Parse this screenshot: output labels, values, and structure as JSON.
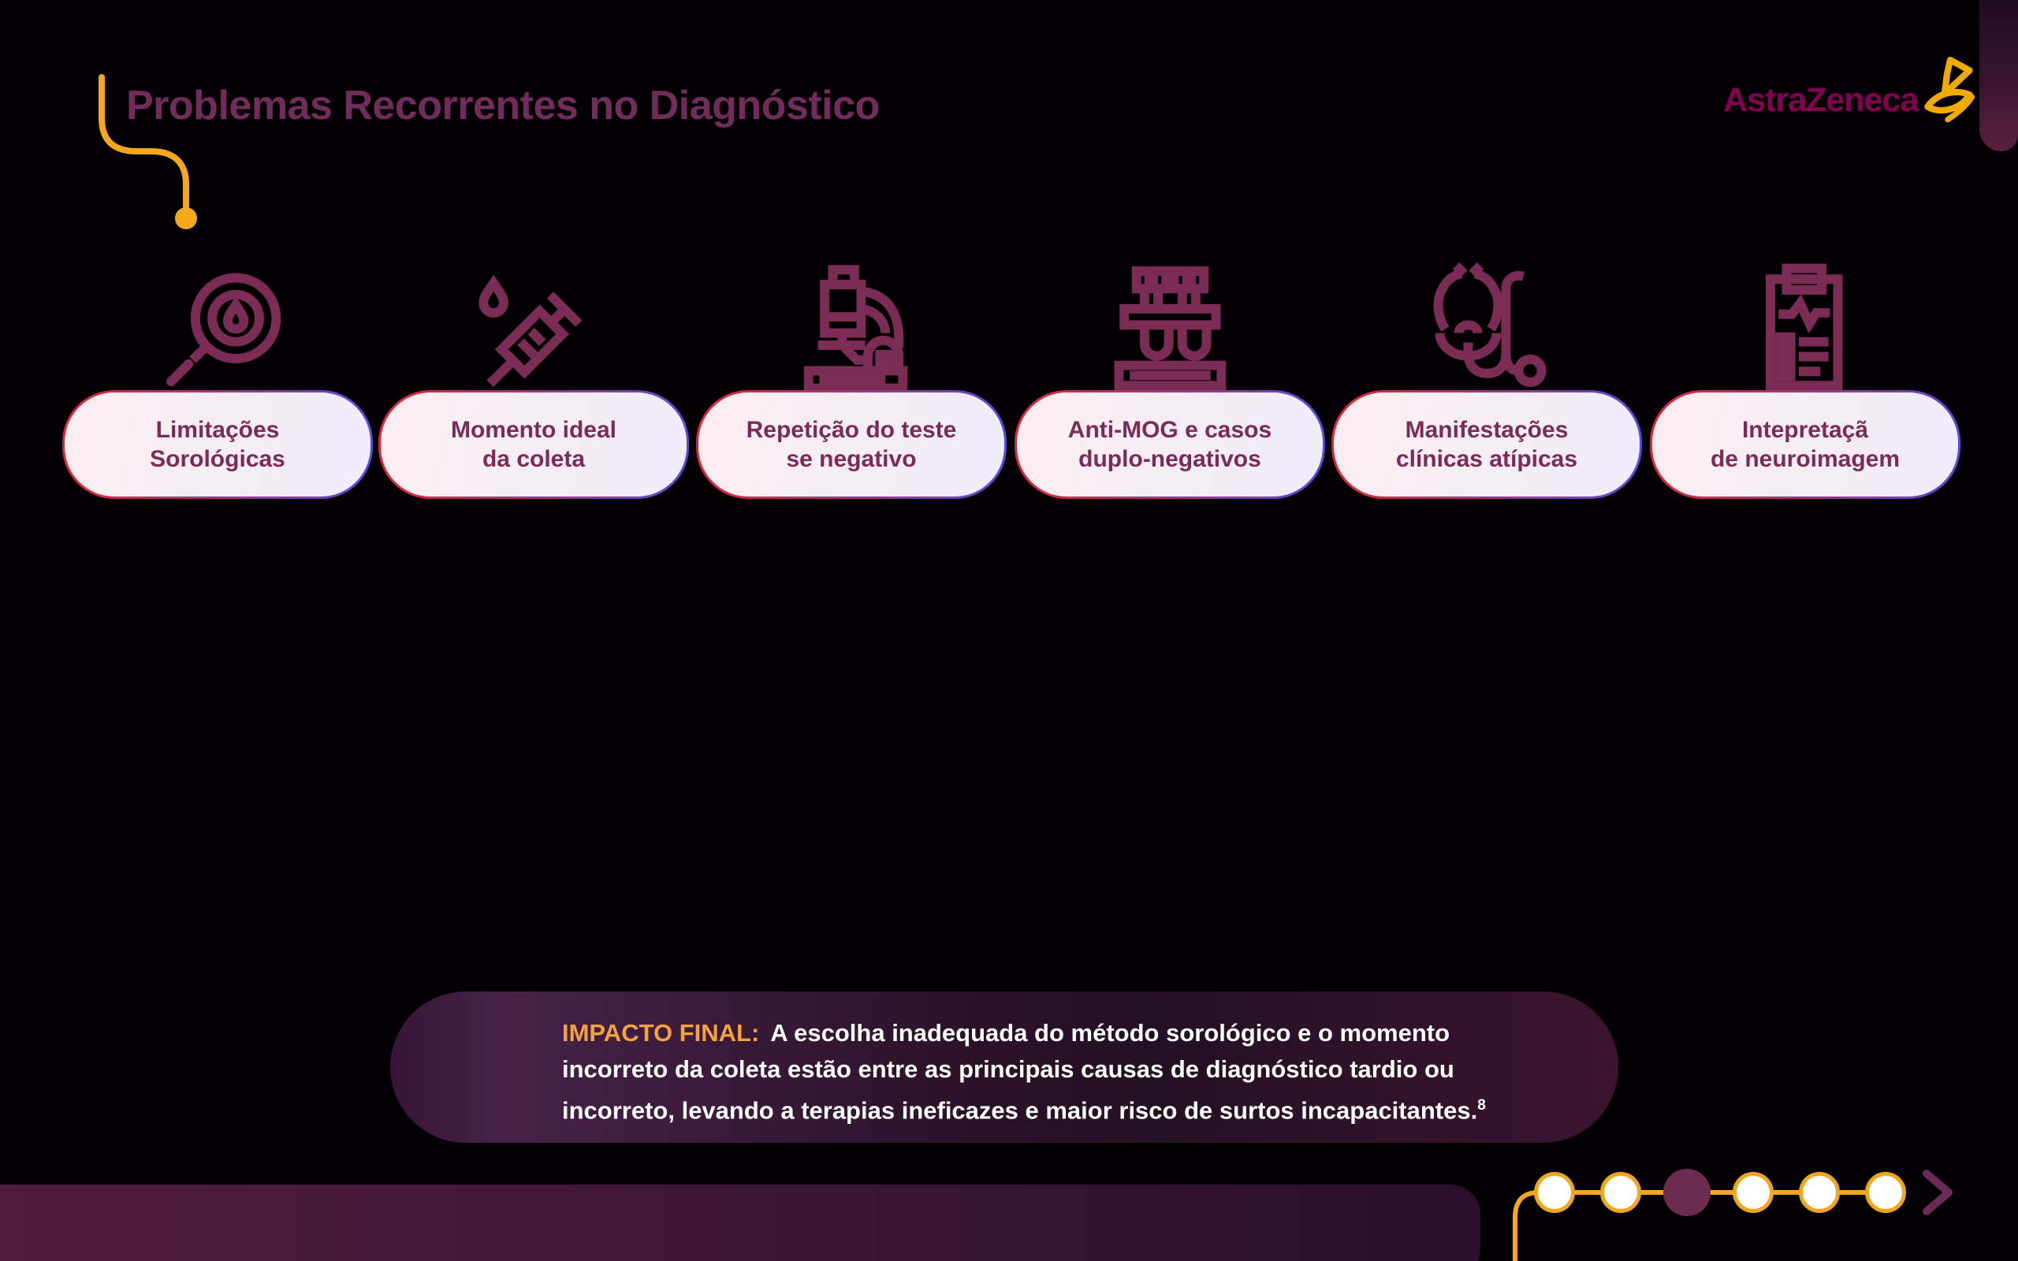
{
  "header": {
    "title": "Problemas Recorrentes no Diagnóstico",
    "brand": "AstraZeneca"
  },
  "pills": [
    {
      "icon": "magnifier-droplet-icon",
      "lines": [
        "Limitações",
        "Sorológicas"
      ]
    },
    {
      "icon": "syringe-droplet-icon",
      "lines": [
        "Momento ideal",
        "da coleta"
      ]
    },
    {
      "icon": "microscope-icon",
      "lines": [
        "Repetição do teste",
        "se negativo"
      ]
    },
    {
      "icon": "test-tubes-icon",
      "lines": [
        "Anti-MOG e casos",
        "duplo-negativos"
      ]
    },
    {
      "icon": "stethoscope-icon",
      "lines": [
        "Manifestações",
        "clínicas atípicas"
      ]
    },
    {
      "icon": "clipboard-pulse-icon",
      "lines": [
        "Intepretaçã",
        "de neuroimagem"
      ]
    }
  ],
  "impact": {
    "label": "IMPACTO FINAL:",
    "lines": [
      "A escolha inadequada do método sorológico e o momento",
      "incorreto da coleta estão entre as principais causas de diagnóstico tardio ou",
      "incorreto, levando a terapias ineficazes e maior risco de surtos incapacitantes."
    ],
    "reference": "8"
  },
  "pagination": {
    "dots_total": 6,
    "active_dot": 3
  },
  "colors": {
    "background": "#020003",
    "title_plum": "#722C5B",
    "pill_text_plum": "#7B2B57",
    "icon_plum": "#7A2C55",
    "brand_mulberry": "#830051",
    "brand_gold": "#F0AB00",
    "line_gold": "#F6A81C",
    "pill_border_red": "#E3232E",
    "pill_border_indigo": "#5B4AD4",
    "impact_label_orange": "#F2A43C",
    "active_dot_plum": "#6D2B52",
    "chevron_plum": "#6B2A52"
  }
}
